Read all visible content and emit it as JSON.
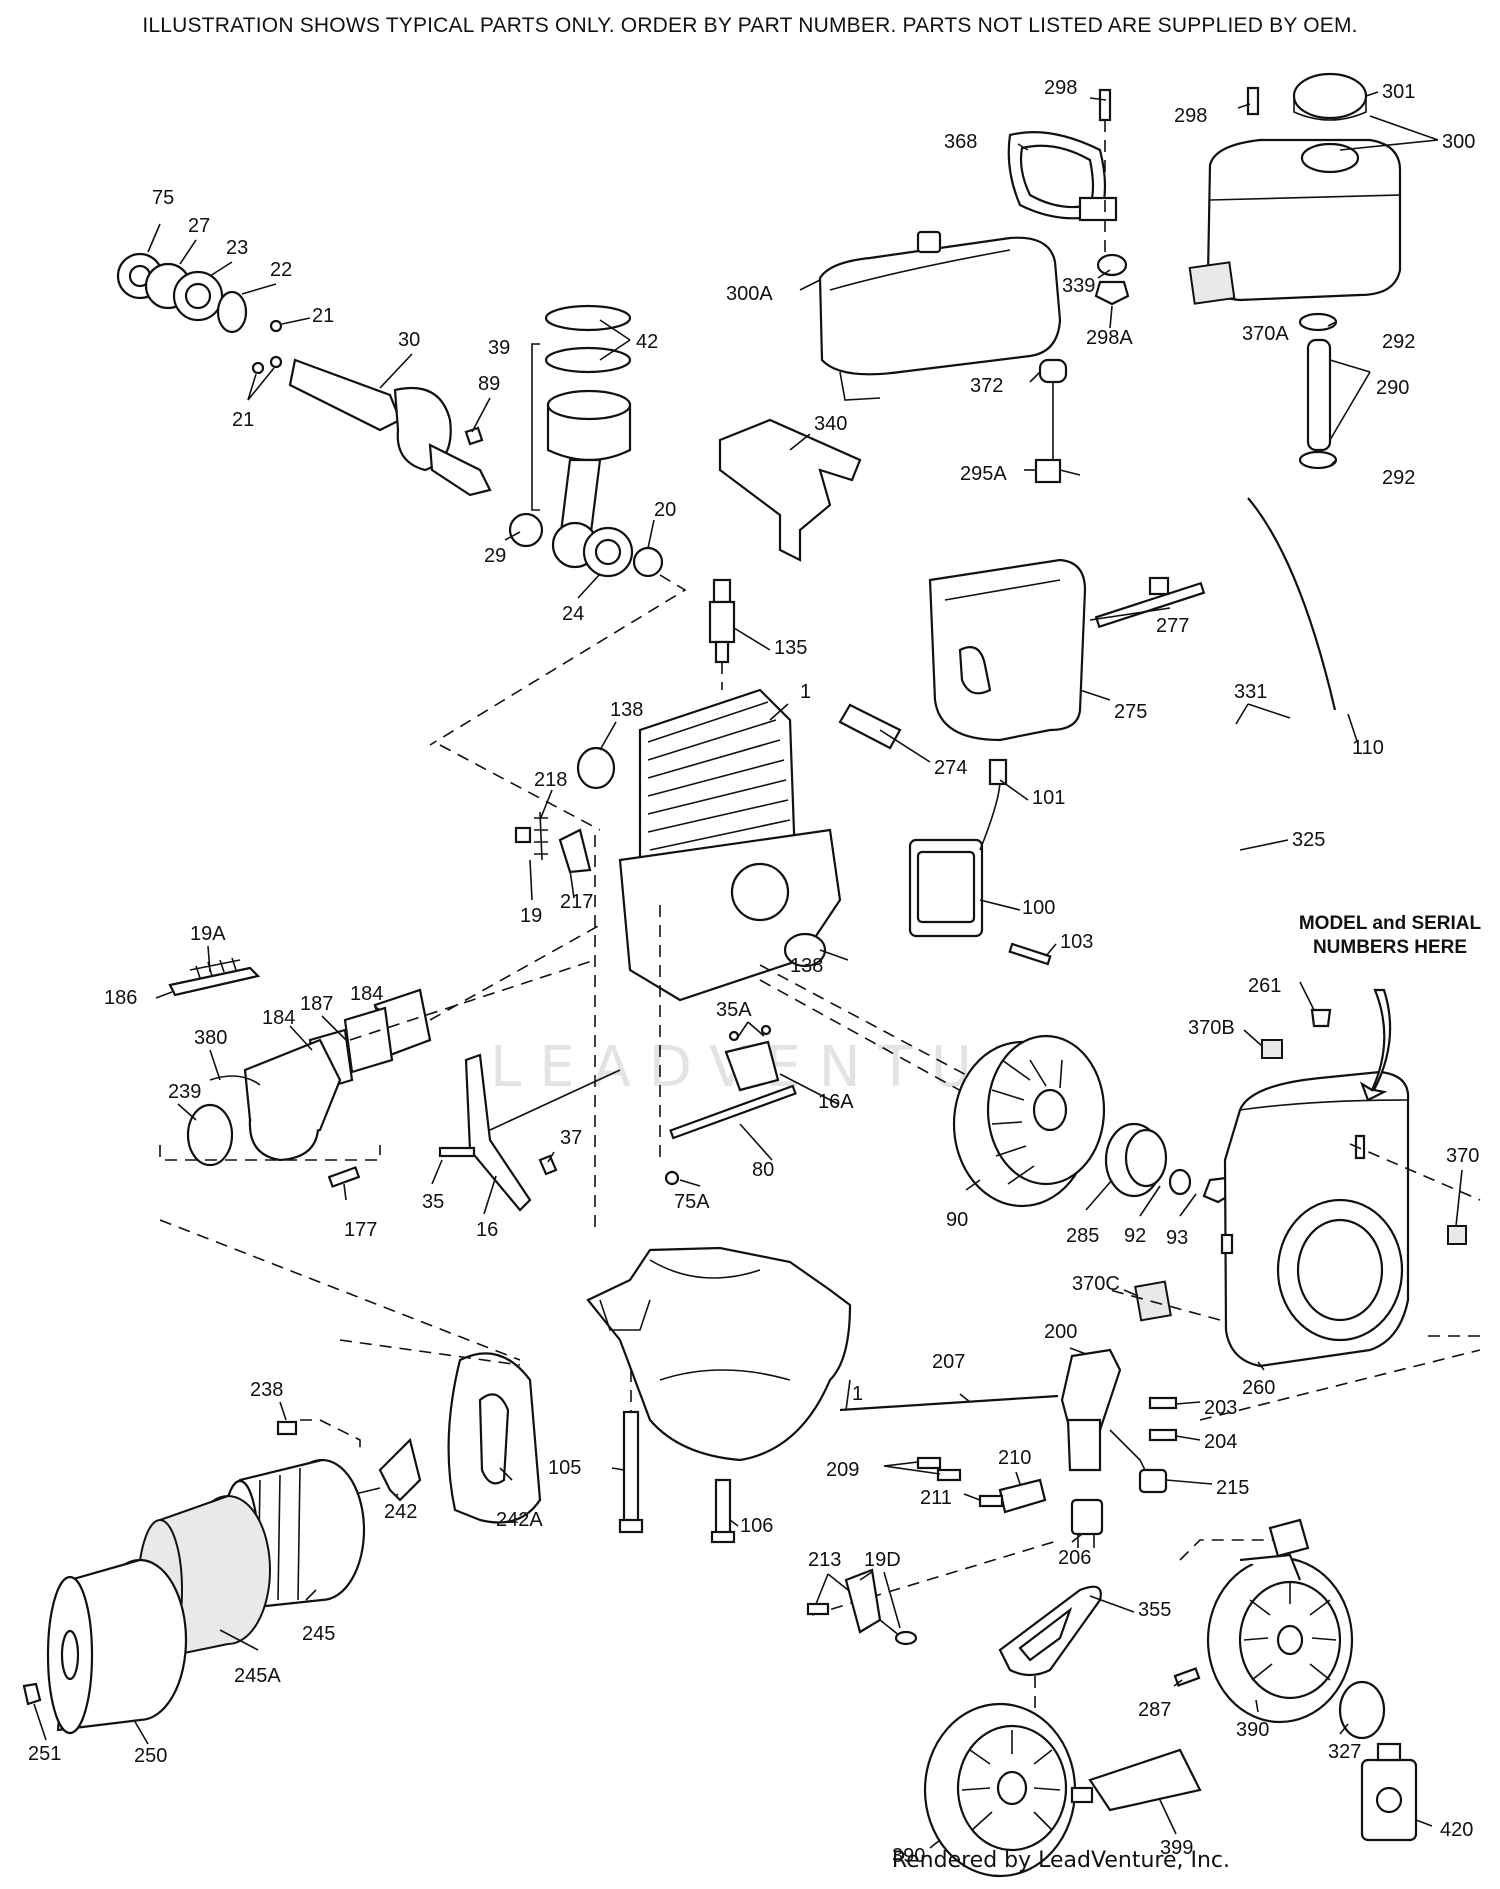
{
  "header": "ILLUSTRATION SHOWS TYPICAL PARTS ONLY.  ORDER BY PART NUMBER.  PARTS NOT LISTED ARE SUPPLIED BY OEM.",
  "note": [
    "MODEL and SERIAL",
    "NUMBERS HERE"
  ],
  "watermark": "LEADVENTURE",
  "footer": "Rendered by LeadVenture, Inc.",
  "callouts": [
    "298",
    "301",
    "298",
    "300",
    "368",
    "300A",
    "339",
    "298A",
    "370A",
    "292",
    "290",
    "292",
    "372",
    "295A",
    "75",
    "27",
    "23",
    "22",
    "21",
    "21",
    "30",
    "89",
    "39",
    "42",
    "29",
    "24",
    "20",
    "340",
    "135",
    "277",
    "275",
    "1",
    "138",
    "274",
    "331",
    "110",
    "218",
    "101",
    "325",
    "19",
    "217",
    "100",
    "103",
    "138",
    "19A",
    "186",
    "187",
    "184",
    "184",
    "380",
    "239",
    "35A",
    "16A",
    "37",
    "80",
    "75A",
    "35",
    "16",
    "177",
    "90",
    "285",
    "92",
    "93",
    "261",
    "370B",
    "370",
    "370C",
    "260",
    "200",
    "207",
    "1",
    "203",
    "204",
    "210",
    "209",
    "211",
    "215",
    "206",
    "238",
    "242",
    "242A",
    "105",
    "106",
    "213",
    "19D",
    "355",
    "245",
    "245A",
    "287",
    "390",
    "327",
    "251",
    "250",
    "390",
    "399",
    "420"
  ]
}
